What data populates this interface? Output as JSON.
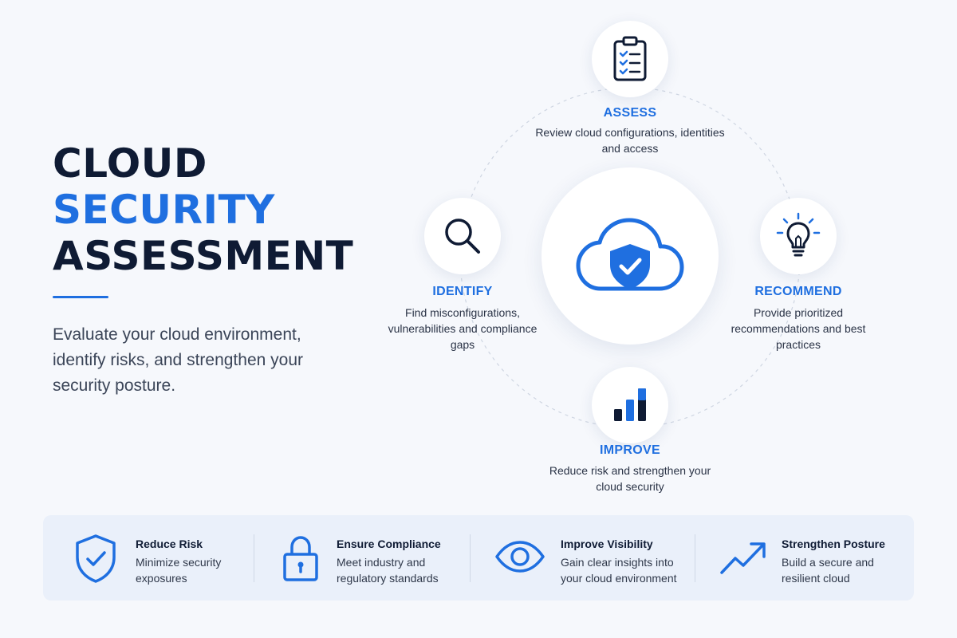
{
  "hero": {
    "line1": "CLOUD",
    "line2": "SECURITY",
    "line3": "ASSESSMENT",
    "description": "Evaluate your cloud environment, identify risks, and strengthen your security posture."
  },
  "cycle": {
    "center_icon": "cloud-shield-check-icon",
    "steps": [
      {
        "title": "ASSESS",
        "description": "Review cloud configurations, identities and access",
        "icon": "clipboard-checklist-icon"
      },
      {
        "title": "IDENTIFY",
        "description": "Find misconfigurations, vulnerabilities and compliance gaps",
        "icon": "search-icon"
      },
      {
        "title": "RECOMMEND",
        "description": "Provide prioritized recommendations and best practices",
        "icon": "lightbulb-icon"
      },
      {
        "title": "IMPROVE",
        "description": "Reduce risk and strengthen your cloud security",
        "icon": "bar-chart-icon"
      }
    ]
  },
  "benefits": [
    {
      "title": "Reduce Risk",
      "text": "Minimize security exposures",
      "icon": "shield-check-icon"
    },
    {
      "title": "Ensure Compliance",
      "text": "Meet industry and regulatory standards",
      "icon": "lock-icon"
    },
    {
      "title": "Improve Visibility",
      "text": "Gain clear insights into your cloud environment",
      "icon": "eye-icon"
    },
    {
      "title": "Strengthen Posture",
      "text": "Build a secure and resilient cloud",
      "icon": "trend-up-icon"
    }
  ],
  "colors": {
    "accent": "#1f6fe0",
    "navy": "#0f1b34",
    "background": "#f6f8fc",
    "panel": "#eaf0fa"
  }
}
